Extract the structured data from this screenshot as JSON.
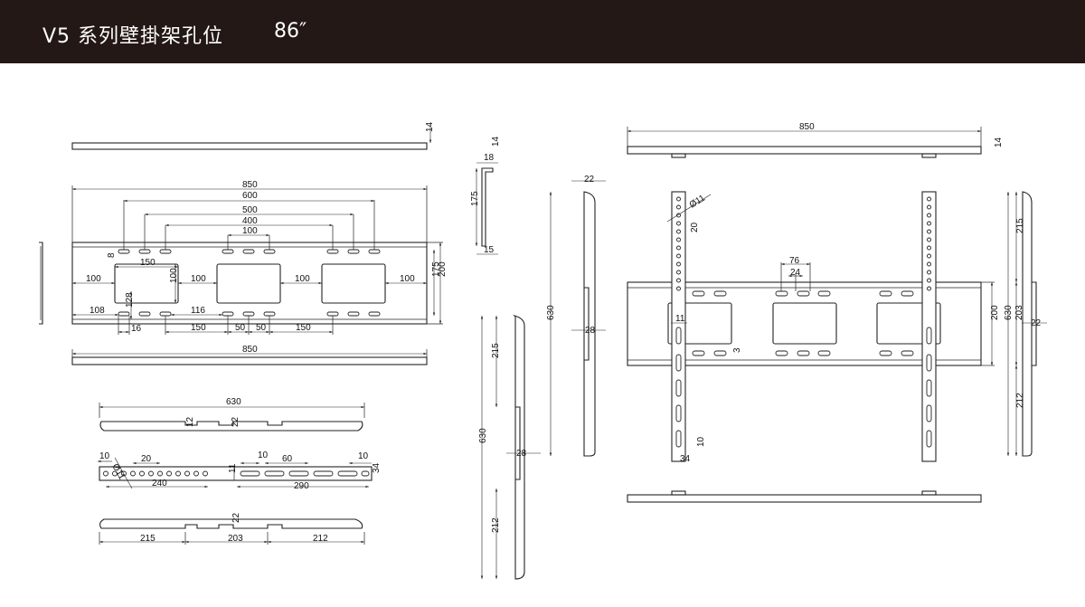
{
  "header": {
    "title": "V5  系列壁掛架孔位",
    "size": "86″"
  },
  "dims": {
    "d850": "850",
    "d600": "600",
    "d500": "500",
    "d400": "400",
    "d100": "100",
    "d14": "14",
    "d8": "8",
    "d150": "150",
    "d175": "175",
    "d200": "200",
    "d108": "108",
    "d116": "116",
    "d16": "16",
    "d50": "50",
    "d128": "128",
    "d630": "630",
    "d12": "12",
    "d22": "22",
    "d10": "10",
    "d11": "11",
    "d20": "20",
    "d60": "60",
    "d34": "34",
    "d240": "240",
    "d290": "290",
    "d215": "215",
    "d203": "203",
    "d212": "212",
    "d18": "18",
    "d15": "15",
    "d28": "28",
    "d76": "76",
    "d24": "24",
    "d3": "3",
    "d111": "Ø11",
    "d11b": "Ø11"
  }
}
